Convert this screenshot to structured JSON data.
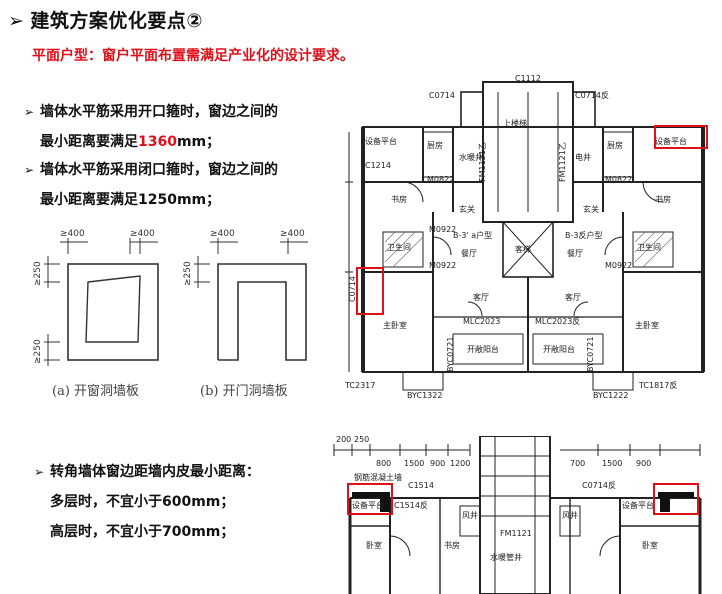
{
  "header": {
    "arrow": "➢",
    "title": "建筑方案优化要点②"
  },
  "subtitle": "平面户型：窗户平面布置需满足产业化的设计要求。",
  "bullets": [
    {
      "arrow": "➢",
      "line1": "墙体水平筋采用开口箍时，窗边之间的",
      "line2_prefix": "最小距离要满足",
      "line2_value": "1360",
      "line2_unit": "mm；"
    },
    {
      "arrow": "➢",
      "line1": "墙体水平筋采用闭口箍时，窗边之间的",
      "line2": "最小距离要满足1250mm；"
    }
  ],
  "wall_diagrams": {
    "dim_top_left": "≥400",
    "dim_top_right": "≥400",
    "dim_side_top": "≥250",
    "dim_side_bottom": "≥250",
    "caption_a": "(a)  开窗洞墙板",
    "caption_b": "(b)  开门洞墙板"
  },
  "corner_section": {
    "arrow": "➢",
    "line1": "转角墙体窗边距墙内皮最小距离：",
    "line2": "多层时，不宜小于600mm；",
    "line3": "高层时，不宜小于700mm；"
  },
  "plan_top": {
    "labels": {
      "c1112": "C1112",
      "c0714a": "C0714",
      "c0714b": "C0714反",
      "c1214": "C1214",
      "m0822a": "M0822",
      "m0822b": "M0822",
      "m0922a": "M0922",
      "m0922b": "M0922",
      "m0922c": "M0922",
      "fm1a": "FM1121乙",
      "fm1b": "FM1121乙",
      "c0714side": "C0714",
      "mlc1": "MLC2023",
      "mlc2": "MLC2023反",
      "tc1": "TC2317",
      "tc2": "TC1817反",
      "byc1": "BYC1322",
      "byc2": "BYC1222",
      "byc3": "BYC0721",
      "byc4": "BYC0721",
      "unit_a": "B-3' a户型",
      "unit_b": "B-3反户型",
      "room_study": "书房",
      "room_study2": "书房",
      "room_kitchen": "厨房",
      "room_kitchen2": "厨房",
      "room_foyer": "玄关",
      "room_foyer2": "玄关",
      "room_dining": "餐厅",
      "room_dining2": "餐厅",
      "room_living": "客厅",
      "room_living2": "客厅",
      "room_master": "主卧室",
      "room_master2": "主卧室",
      "room_bath": "卫生间",
      "room_bath2": "卫生间",
      "room_balcony": "开敞阳台",
      "room_balcony2": "开敞阳台",
      "room_elevator": "客梯",
      "room_equip": "设备平台",
      "room_equip2": "设备平台",
      "room_water": "水暖井",
      "room_elec": "电井",
      "stair": "上楼梯"
    }
  },
  "plan_bottom": {
    "dims_left": [
      "200",
      "250",
      "800",
      "1500",
      "900",
      "1200"
    ],
    "dims_right": [
      "700",
      "1500",
      "900"
    ],
    "labels": {
      "c1514a": "C1514",
      "c1514b": "C1514反",
      "c0714": "C0714反",
      "fm1121": "FM1121",
      "equip1": "设备平台",
      "equip2": "设备平台",
      "wind1": "风井",
      "wind2": "风井",
      "bedroom1": "卧室",
      "bedroom2": "卧室",
      "study": "书房",
      "water": "水暖管井",
      "top_label": "钢筋混凝土墙"
    }
  },
  "colors": {
    "highlight": "#e0101a",
    "text": "#111111",
    "caption": "#444444"
  }
}
